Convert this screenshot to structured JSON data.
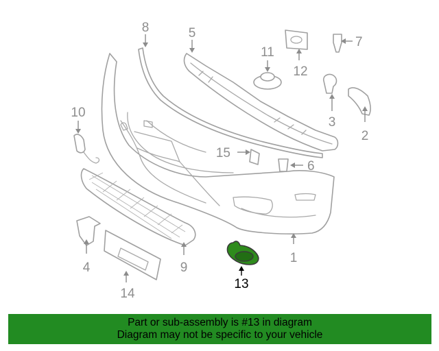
{
  "callouts": [
    {
      "label": "1",
      "highlighted": false
    },
    {
      "label": "2",
      "highlighted": false
    },
    {
      "label": "3",
      "highlighted": false
    },
    {
      "label": "4",
      "highlighted": false
    },
    {
      "label": "5",
      "highlighted": false
    },
    {
      "label": "6",
      "highlighted": false
    },
    {
      "label": "7",
      "highlighted": false
    },
    {
      "label": "8",
      "highlighted": false
    },
    {
      "label": "9",
      "highlighted": false
    },
    {
      "label": "10",
      "highlighted": false
    },
    {
      "label": "11",
      "highlighted": false
    },
    {
      "label": "12",
      "highlighted": false
    },
    {
      "label": "13",
      "highlighted": true
    },
    {
      "label": "14",
      "highlighted": false
    },
    {
      "label": "15",
      "highlighted": false
    }
  ],
  "banner": {
    "line1": "Part or sub-assembly is #13 in diagram",
    "line2": "Diagram may not be specific to your vehicle"
  },
  "colors": {
    "banner": "#228b22",
    "highlight_part": "#2e8b1c",
    "line": "#a0a0a0"
  }
}
